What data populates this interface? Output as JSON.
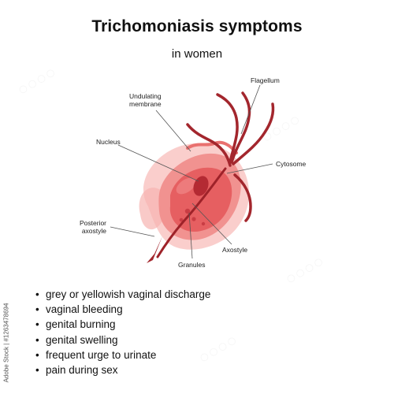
{
  "header": {
    "title": "Trichomoniasis symptoms",
    "subtitle": "in women"
  },
  "labels": {
    "flagellum": "Flagellum",
    "undulating_membrane": "Undulating\nmembrane",
    "nucleus": "Nucleus",
    "cytosome": "Cytosome",
    "posterior_axostyle": "Posterior\naxostyle",
    "axostyle": "Axostyle",
    "granules": "Granules"
  },
  "symptoms": [
    "grey or yellowish vaginal discharge",
    "vaginal bleeding",
    "genital burning",
    "genital swelling",
    "frequent urge to urinate",
    "pain during sex"
  ],
  "stock_id": "Adobe Stock | #1263478694",
  "colors": {
    "outer_body": "#f7b7b4",
    "membrane": "#ef8a88",
    "inner": "#e4585a",
    "nucleus": "#b52b33",
    "flagella": "#a3262d",
    "leader_line": "#555555"
  }
}
